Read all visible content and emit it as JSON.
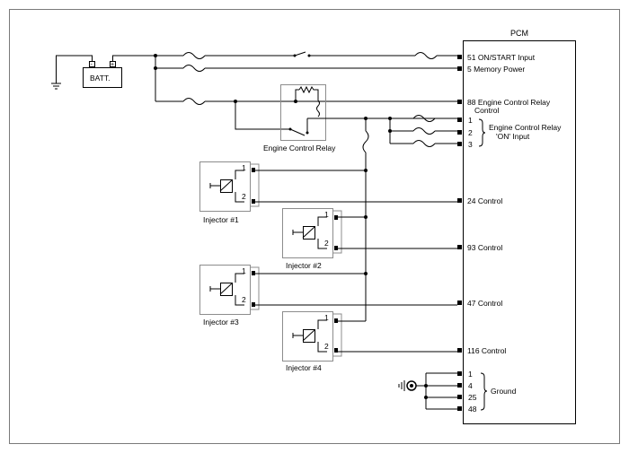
{
  "pcm": {
    "title": "PCM",
    "pins": {
      "on_start": "51 ON/START Input",
      "memory_power": "5 Memory Power",
      "ecr_control_1": "88 Engine Control Relay",
      "ecr_control_2": "Control",
      "ecr_on_pin1": "1",
      "ecr_on_pin2": "2",
      "ecr_on_pin3": "3",
      "ecr_on_label_1": "Engine Control Relay",
      "ecr_on_label_2": "'ON' Input",
      "control_24": "24 Control",
      "control_93": "93 Control",
      "control_47": "47 Control",
      "control_116": "116 Control",
      "gnd_pin1": "1",
      "gnd_pin2": "4",
      "gnd_pin3": "25",
      "gnd_pin4": "48",
      "ground_label": "Ground"
    }
  },
  "battery": {
    "label": "BATT.",
    "neg": "-",
    "pos": "+"
  },
  "relay": {
    "label": "Engine Control Relay"
  },
  "injectors": [
    {
      "label": "Injector #1",
      "pin1": "1",
      "pin2": "2"
    },
    {
      "label": "Injector #2",
      "pin1": "1",
      "pin2": "2"
    },
    {
      "label": "Injector #3",
      "pin1": "1",
      "pin2": "2"
    },
    {
      "label": "Injector #4",
      "pin1": "1",
      "pin2": "2"
    }
  ],
  "colors": {
    "wire": "#000000",
    "component_border": "#8c8c8c",
    "background": "#ffffff"
  }
}
